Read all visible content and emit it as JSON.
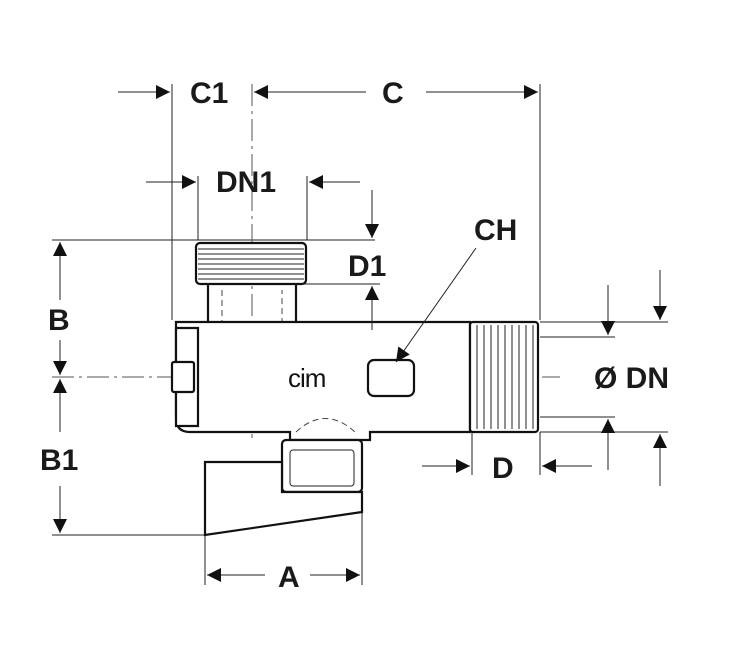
{
  "labels": {
    "c1": "C1",
    "c": "C",
    "dn1": "DN1",
    "d1": "D1",
    "ch": "CH",
    "b": "B",
    "b1": "B1",
    "dn": "Ø DN",
    "d": "D",
    "a": "A"
  },
  "brand": {
    "logo_text": "cim"
  }
}
